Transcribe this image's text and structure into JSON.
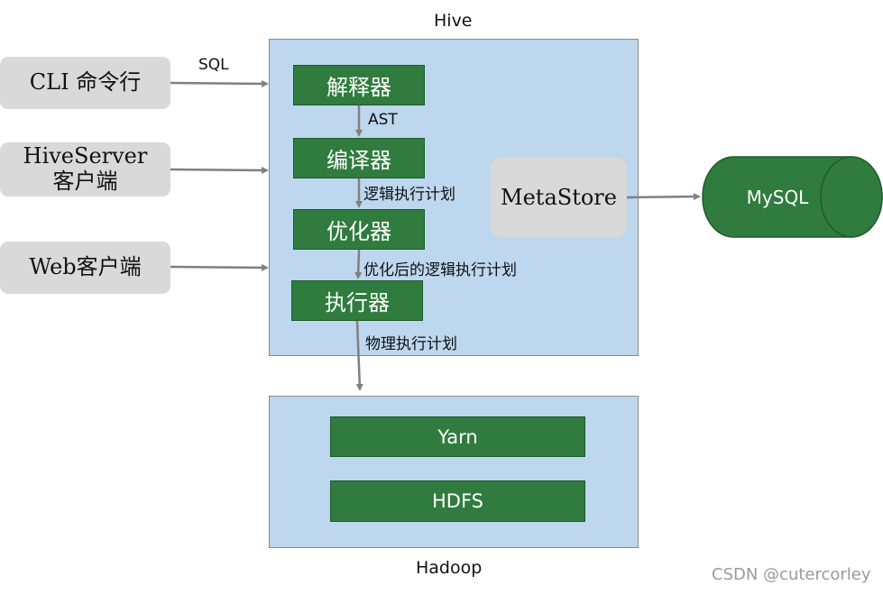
{
  "hive": {
    "title": "Hive"
  },
  "hadoop": {
    "title": "Hadoop",
    "yarn": "Yarn",
    "hdfs": "HDFS"
  },
  "clients": {
    "cli": "CLI 命令行",
    "hiveserver_line1": "HiveServer",
    "hiveserver_line2": "客户端",
    "web": "Web客户端"
  },
  "arrows": {
    "sql": "SQL"
  },
  "components": {
    "interpreter": "解释器",
    "compiler": "编译器",
    "optimizer": "优化器",
    "executor": "执行器",
    "metastore": "MetaStore",
    "mysql": "MySQL"
  },
  "flow_labels": {
    "ast": "AST",
    "logical_plan": "逻辑执行计划",
    "optimized_plan": "优化后的逻辑执行计划",
    "physical_plan": "物理执行计划"
  },
  "watermark": "CSDN @cutercorley",
  "colors": {
    "client_gray": "#d9d9d9",
    "panel_blue": "#bdd7ee",
    "component_green": "#2f7c3e",
    "arrow_gray": "#808080"
  }
}
